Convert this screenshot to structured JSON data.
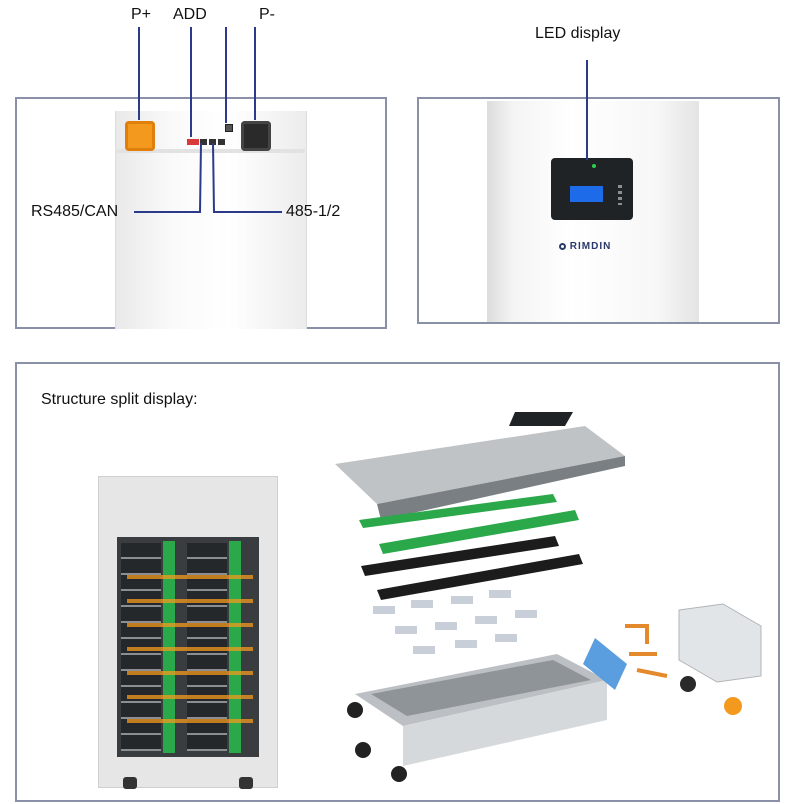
{
  "connectors": {
    "p_plus": "P+",
    "add": "ADD",
    "p_minus": "P-",
    "rs485_can": "RS485/CAN",
    "rs485_12": "485-1/2"
  },
  "led_panel": {
    "label": "LED display",
    "brand": "RIMDIN"
  },
  "structure": {
    "title": "Structure split display:"
  },
  "colors": {
    "frame_border": "#8a90a8",
    "callout_line": "#2c3a8c",
    "terminal_orange": "#f39a1e",
    "pcb_green": "#2aa84a"
  }
}
